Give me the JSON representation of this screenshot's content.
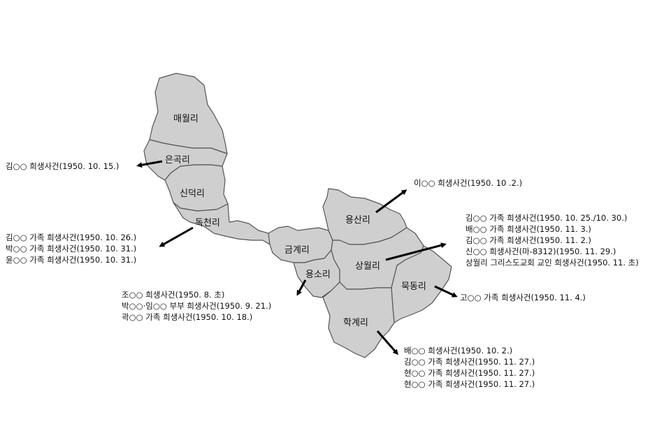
{
  "villages": {
    "maewol": "매월리",
    "eungok": "은곡리",
    "sindeok": "신덕리",
    "dokcheon": "독천리",
    "geumgye": "금계리",
    "yongso": "용소리",
    "yongsan": "용산리",
    "sangwol": "상월리",
    "mukdong": "묵동리",
    "hakgye": "학계리"
  },
  "incidents": {
    "eungok": [
      "김○○ 희생사건(1950. 10. 15.)"
    ],
    "dokcheon": [
      "김○○ 가족 희생사건(1950. 10. 26.)",
      "박○○ 가족 희생사건(1950. 10. 31.)",
      "윤○○ 가족 희생사건(1950. 10. 31.)"
    ],
    "yongso": [
      "조○○ 희생사건(1950. 8. 초)",
      "박○○·임○○ 부부 희생사건(1950. 9. 21.)",
      "곽○○ 가족 희생사건(1950. 10. 18.)"
    ],
    "yongsan": [
      "이○○ 희생사건(1950. 10 .2.)"
    ],
    "sangwol": [
      "김○○ 가족 희생사건(1950. 10. 25./10. 30.)",
      "배○○ 가족 희생사건(1950. 11. 3.)",
      "김○○ 가족 희생사건(1950. 11. 2.)",
      "신○○ 희생사건(마-8312)(1950. 11. 29.)",
      "상월리 그리스도교회 교인 희생사건(1950. 11. 초)"
    ],
    "mukdong": [
      "고○○ 가족 희생사건(1950. 11. 4.)"
    ],
    "hakgye": [
      "배○○ 희생사건(1950. 10. 2.)",
      "김○○ 가족 희생사건(1950. 11. 27.)",
      "현○○ 가족 희생사건(1950. 11. 27.)",
      "현○○ 가족 희생사건(1950. 11. 27.)"
    ]
  },
  "colors": {
    "region_fill": "#cfcfcf",
    "region_border": "#555555",
    "arrow": "#000000",
    "text": "#111111"
  }
}
